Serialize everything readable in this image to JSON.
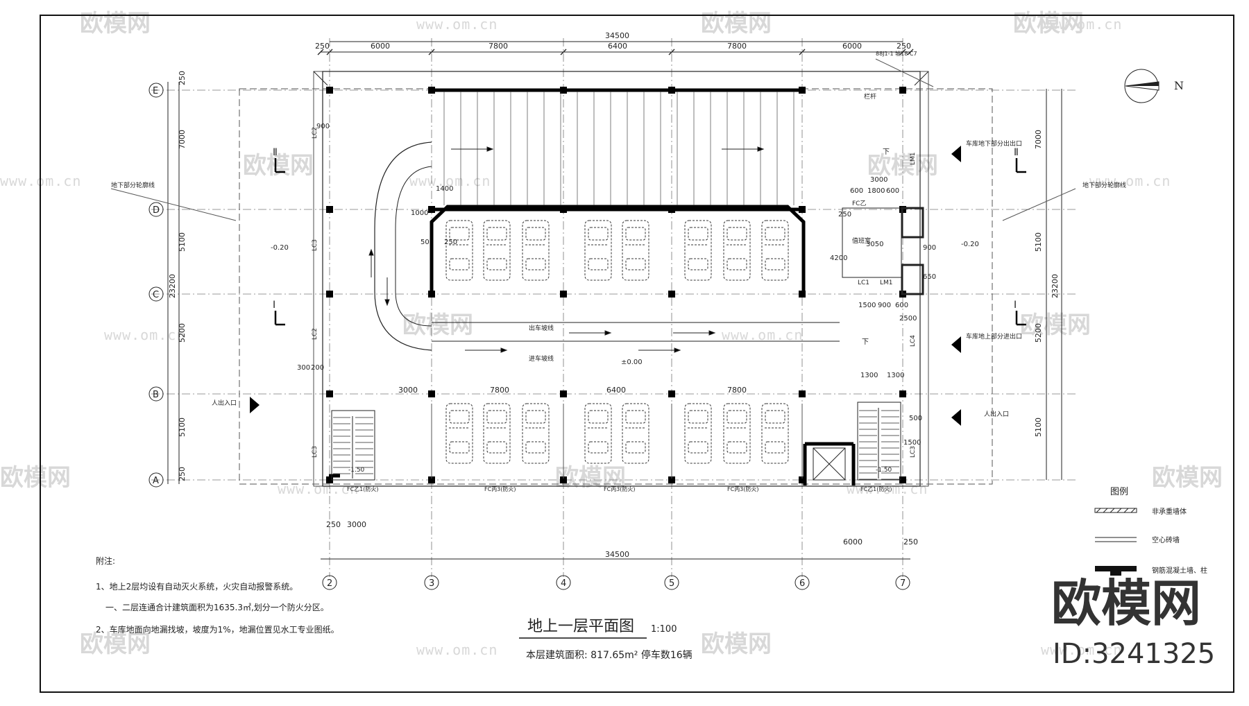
{
  "title": "地上一层平面图",
  "scale": "1:100",
  "subtitle": "本层建筑面积: 817.65m² 停车数16辆",
  "north_label": "N",
  "watermark": {
    "brand": "欧模网",
    "url": "www.om.cn",
    "id": "ID:3241325"
  },
  "notes": {
    "heading": "附注:",
    "lines": [
      "1、地上2层均设有自动灭火系统，火灾自动报警系统。",
      "一、二层连通合计建筑面积为1635.3㎡,划分一个防火分区。",
      "2、车库地面向地漏找坡，坡度为1%，地漏位置见水工专业图纸。"
    ]
  },
  "grid": {
    "columns": [
      "2",
      "3",
      "4",
      "5",
      "6",
      "7"
    ],
    "rows": [
      "E",
      "D",
      "C",
      "B",
      "A"
    ]
  },
  "dimensions": {
    "top_total": "34500",
    "bottom_total": "34500",
    "top_bays": [
      "250",
      "6000",
      "7800",
      "6400",
      "7800",
      "6000",
      "250"
    ],
    "mid_bays": [
      "3000",
      "7800",
      "6400",
      "7800"
    ],
    "left_total": "23200",
    "left_segments": [
      "250",
      "7000",
      "5100",
      "5200",
      "5100",
      "250"
    ],
    "right_total": "23200",
    "right_segments": [
      "7000",
      "5100",
      "5200",
      "5100"
    ],
    "bottom_misc": [
      "250",
      "3000",
      "6000",
      "250"
    ],
    "misc": [
      "900",
      "3000",
      "600",
      "1800",
      "600",
      "250",
      "3050",
      "4200",
      "1500",
      "900",
      "600",
      "2500",
      "1300",
      "1300",
      "300",
      "200",
      "500",
      "1500",
      "900",
      "650",
      "1400",
      "1000",
      "50",
      "250"
    ]
  },
  "labels": {
    "left_contour": "地下部分轮廓线",
    "right_contour": "地下部分轮廓线",
    "elev_left": "-0.20",
    "elev_right": "-0.20",
    "elev_center": "±0.00",
    "elev_stair_left": "-1.50",
    "elev_stair_right": "-1.50",
    "exit_ramp_lane": "出车坡线",
    "enter_ramp_lane": "进车坡线",
    "ramp_down_exit": "车库地下部分出出口",
    "ramp_up_enter": "车库地上部分进出口",
    "ped_left": "人出入口",
    "ped_right": "人出入口",
    "section_mark": "Ⅱ",
    "section_mark_2": "Ⅰ",
    "railing": "栏杆",
    "ref_detail": "88J1-1 坡18 C7",
    "down_1": "下",
    "down_2": "下",
    "room_duty": "值班室",
    "fc_door_top": "FC乙",
    "door_lm1": "LM1",
    "door_lc1": "LC1",
    "window_lc3": "LC3",
    "window_lc2_1": "LC2",
    "window_lc2_2": "LC2",
    "window_lc3b": "LC3",
    "window_lc4": "LC4",
    "window_lm1b": "LM1",
    "window_lc3r": "LC3",
    "fc_bottom": [
      "FC乙1(防火)",
      "FC丙3(防火)",
      "FC丙3(防火)",
      "FC丙3(防火)",
      "FC乙1(防火)"
    ]
  },
  "legend": {
    "title": "图例",
    "items": [
      "非承重墙体",
      "空心砖墙",
      "钢筋混凝土墙、柱"
    ]
  },
  "parking": {
    "top_cars": 8,
    "bottom_cars": 8
  }
}
